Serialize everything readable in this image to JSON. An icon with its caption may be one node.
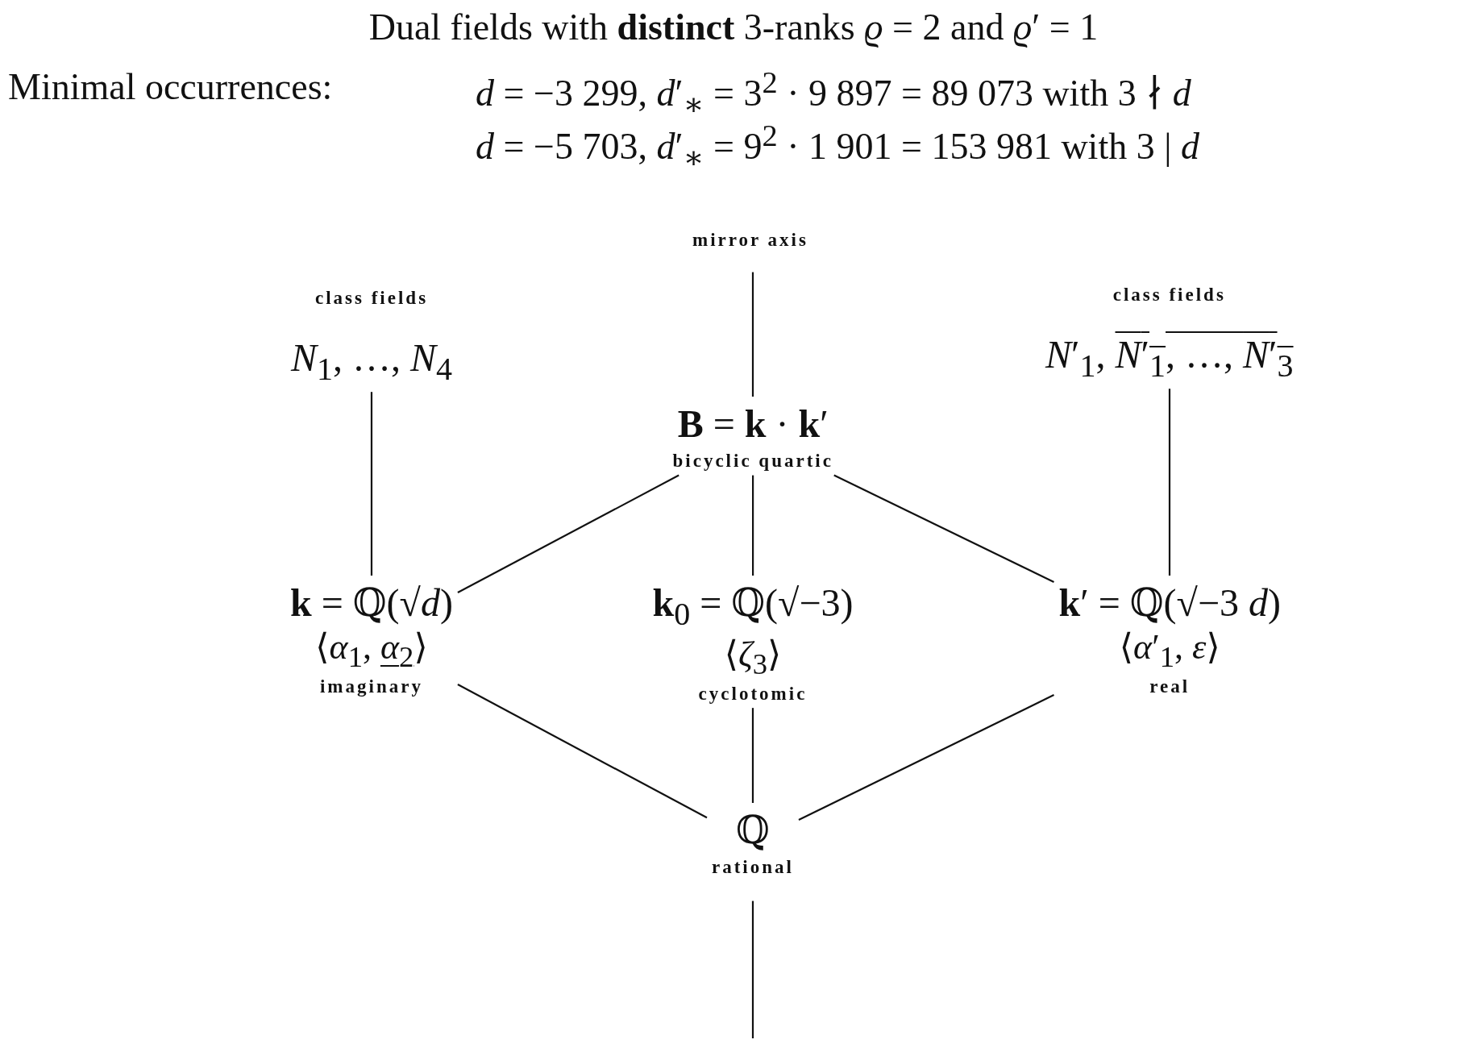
{
  "diagram": {
    "title": "Dual fields with **distinct** 3-ranks *ϱ* = 2 and *ϱ*′ = 1",
    "nodes": [
      {
        "text": [
          "*N*$_{1}$, …, *N*$_{4}$"
        ],
        "beside": [
          "class fields"
        ]
      },
      {
        "text": [
          "*N*′$_{1}$,",
          "*N*′$_{1}$, …, *N*′$_{3}$"
        ],
        "beside": [
          "class fields"
        ]
      },
      {
        "text": [
          "**B** = **k** · **k**′"
        ],
        "beside": [
          "bicyclic quartic"
        ]
      },
      {
        "text": [
          "**k** = ℚ(√*d*)",
          "⟨*α*$_{1}$,",
          "*α*$_{2}$",
          "⟩"
        ],
        "beside": [
          "imaginary"
        ]
      },
      {
        "text": [
          "**k**$_{0}$ = ℚ(√−3)",
          "⟨*ζ*$_{3}$⟩"
        ],
        "beside": [
          "cyclotomic"
        ]
      },
      {
        "text": [
          "**k**′ = ℚ(√−3 *d*)",
          "⟨*α*′$_{1}$, *ε*⟩"
        ],
        "beside": [
          "real"
        ]
      },
      {
        "text": [
          "ℚ"
        ],
        "beside": [
          "rational"
        ]
      }
    ],
    "edges": [
      {
        "from": 0,
        "to": 3,
        "arrow": "none"
      },
      {
        "from": 1,
        "to": 5,
        "arrow": "none"
      },
      {
        "from": 3,
        "to": 2,
        "arrow": "none"
      },
      {
        "from": 2,
        "to": 4,
        "arrow": "none"
      },
      {
        "from": 5,
        "to": 2,
        "arrow": "none"
      },
      {
        "from": 3,
        "to": 6,
        "arrow": "none"
      },
      {
        "from": 4,
        "to": 6,
        "arrow": "none"
      },
      {
        "from": 5,
        "to": 6,
        "arrow": "none"
      }
    ],
    "labels": [
      "Minimal occurrences:",
      "*d* = −3 299, *d*′$_{∗}$ = 3$^{2}$ · 9 897 = 89 073 with 3 ∤ *d*",
      "*d* = −5 703, *d*′$_{∗}$ = 9$^{2}$ · 1 901 = 153 981 with 3 | *d*",
      "mirror axis"
    ]
  }
}
